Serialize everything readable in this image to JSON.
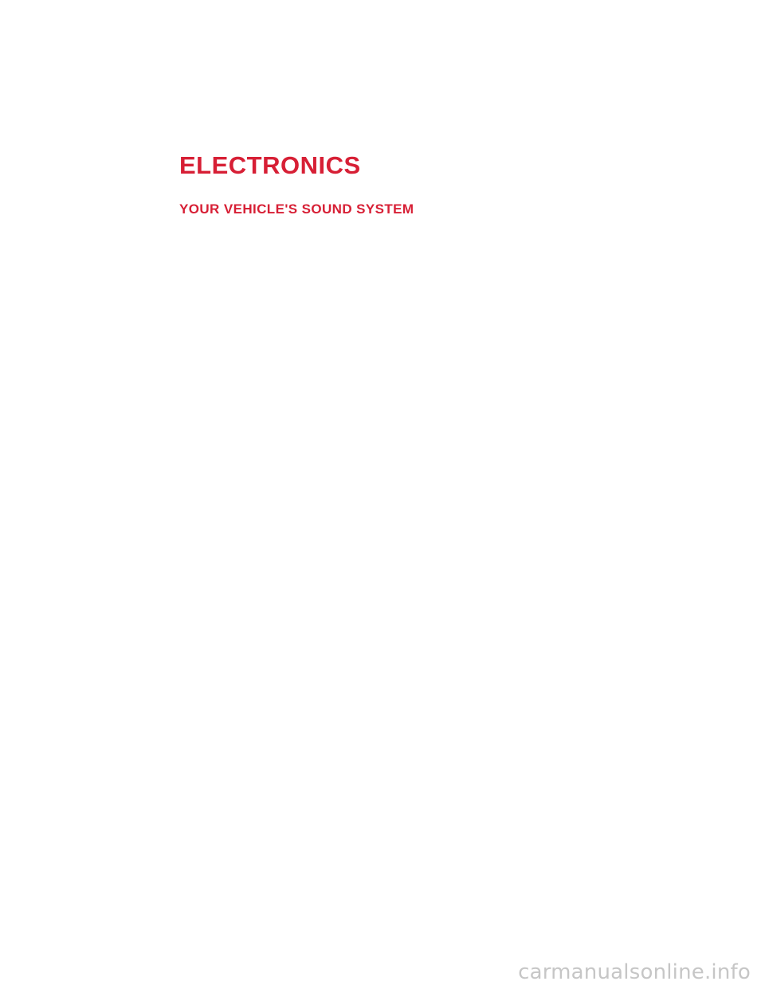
{
  "document": {
    "title": "ELECTRONICS",
    "subtitle": "YOUR VEHICLE'S SOUND SYSTEM",
    "watermark": "carmanualsonline.info"
  },
  "colors": {
    "heading": "#d71f35",
    "watermark": "#c6c6c6",
    "background": "#ffffff"
  }
}
